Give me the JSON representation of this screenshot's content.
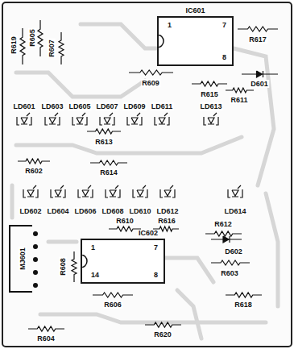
{
  "diagram": {
    "nodes": [
      {
        "text": [
          "IC601",
          "1",
          "7",
          "8"
        ]
      },
      {
        "text": [
          "IC602",
          "1",
          "7",
          "14",
          "8"
        ]
      }
    ],
    "labels": [
      "R619",
      "R605",
      "R607",
      "R617",
      "R609",
      "D601",
      "R611",
      "R615",
      "LD601",
      "LD603",
      "LD605",
      "LD607",
      "LD609",
      "LD611",
      "LD613",
      "R613",
      "R602",
      "R614",
      "LD602",
      "LD604",
      "LD606",
      "LD608",
      "LD610",
      "LD612",
      "LD614",
      "R610",
      "R616",
      "R612",
      "D602",
      "R603",
      "MJ601",
      "R608",
      "R606",
      "R618",
      "R604",
      "R620"
    ]
  }
}
